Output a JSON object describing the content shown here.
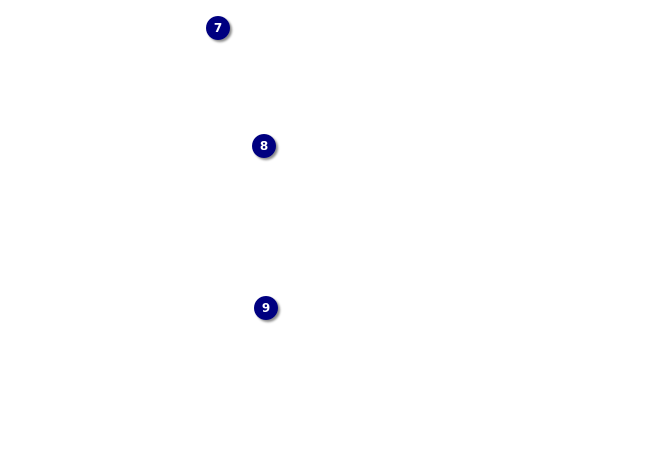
{
  "colors": {
    "background": "#ffffff",
    "marker_fill": "#000080",
    "marker_text": "#ffffff"
  },
  "markers": [
    {
      "label": "7"
    },
    {
      "label": "8"
    },
    {
      "label": "9"
    }
  ]
}
